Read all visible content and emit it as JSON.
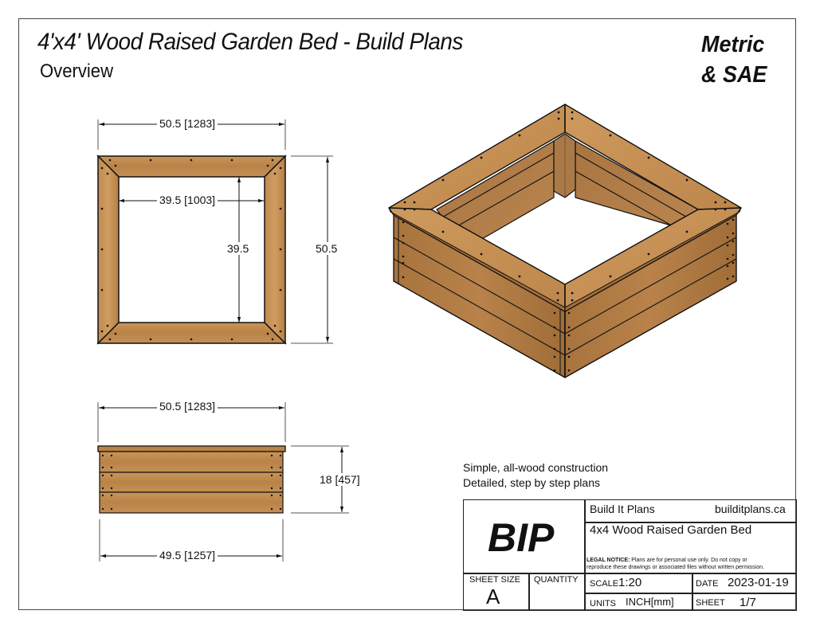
{
  "header": {
    "title": "4'x4' Wood Raised Garden Bed - Build Plans",
    "subtitle": "Overview",
    "units_line1": "Metric",
    "units_line2": "& SAE"
  },
  "plan_view": {
    "outer_width_label": "50.5 [1283]",
    "inner_width_label": "39.5 [1003]",
    "inner_depth_label": "39.5",
    "outer_depth_label": "50.5"
  },
  "side_view": {
    "top_width_label": "50.5 [1283]",
    "bottom_width_label": "49.5 [1257]",
    "height_label": "18 [457]"
  },
  "features": [
    "Simple, all-wood construction",
    "Detailed, step by step plans"
  ],
  "title_block": {
    "logo": "BIP",
    "company": "Build It Plans",
    "website": "builditplans.ca",
    "project": "4x4 Wood Raised Garden Bed",
    "legal_label": "LEGAL NOTICE:",
    "legal_text_1": "Plans are for personal use only. Do not copy or",
    "legal_text_2": "reproduce these drawings or associated files without written permission.",
    "sheet_size_label": "SHEET SIZE",
    "sheet_size_value": "A",
    "quantity_label": "QUANTITY",
    "quantity_value": "",
    "scale_label": "SCALE",
    "scale_value": "1:20",
    "date_label": "DATE",
    "date_value": "2023-01-19",
    "units_label": "UNITS",
    "units_value": "INCH[mm]",
    "sheet_label": "SHEET",
    "sheet_value": "1/7"
  },
  "colors": {
    "wood_light": "#c8955a",
    "wood_mid": "#b07a42",
    "wood_dark": "#8e5e2e",
    "line": "#1a1a1a"
  }
}
